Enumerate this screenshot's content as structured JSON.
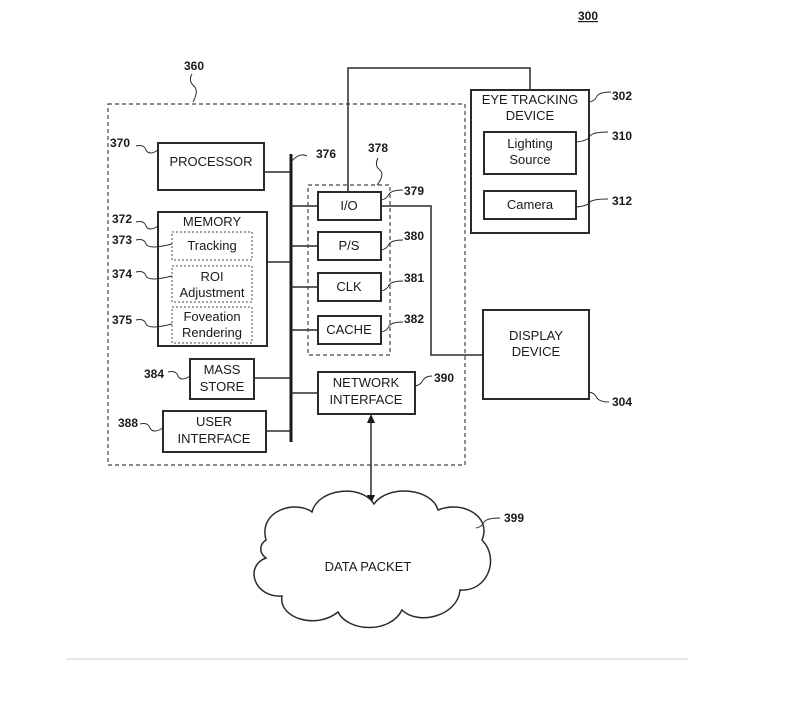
{
  "figure": {
    "number": "300",
    "system_ref": "360",
    "processor": {
      "label": "PROCESSOR",
      "ref": "370"
    },
    "bus_ref": "376",
    "memory": {
      "title": "MEMORY",
      "ref": "372",
      "modules": [
        {
          "lines": [
            "Tracking"
          ],
          "ref": "373"
        },
        {
          "lines": [
            "ROI",
            "Adjustment"
          ],
          "ref": "374"
        },
        {
          "lines": [
            "Foveation",
            "Rendering"
          ],
          "ref": "375"
        }
      ]
    },
    "support_group_ref": "378",
    "support": [
      {
        "label": "I/O",
        "ref": "379"
      },
      {
        "label": "P/S",
        "ref": "380"
      },
      {
        "label": "CLK",
        "ref": "381"
      },
      {
        "label": "CACHE",
        "ref": "382"
      }
    ],
    "mass_store": {
      "lines": [
        "MASS",
        "STORE"
      ],
      "ref": "384"
    },
    "user_interface": {
      "lines": [
        "USER",
        "INTERFACE"
      ],
      "ref": "388"
    },
    "network_interface": {
      "lines": [
        "NETWORK",
        "INTERFACE"
      ],
      "ref": "390"
    },
    "eye_tracking": {
      "lines": [
        "EYE TRACKING",
        "DEVICE"
      ],
      "ref": "302",
      "lighting": {
        "lines": [
          "Lighting",
          "Source"
        ],
        "ref": "310"
      },
      "camera": {
        "label": "Camera",
        "ref": "312"
      }
    },
    "display": {
      "lines": [
        "DISPLAY",
        "DEVICE"
      ],
      "ref": "304"
    },
    "data_packet": {
      "label": "DATA PACKET",
      "ref": "399"
    }
  }
}
